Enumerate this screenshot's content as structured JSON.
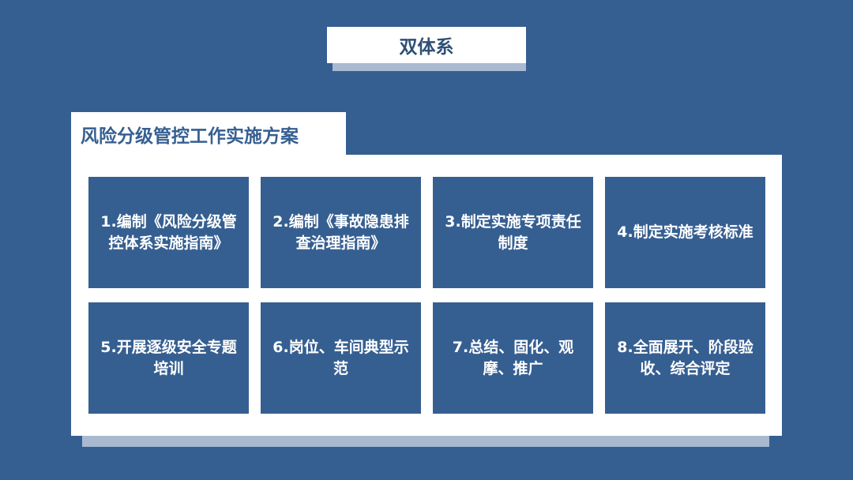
{
  "header": {
    "title": "双体系"
  },
  "panel": {
    "title": "风险分级管控工作实施方案",
    "cards": [
      "1.编制《风险分级管控体系实施指南》",
      "2.编制《事故隐患排查治理指南》",
      "3.制定实施专项责任制度",
      "4.制定实施考核标准",
      "5.开展逐级安全专题培训",
      "6.岗位、车间典型示范",
      "7.总结、固化、观摩、推广",
      "8.全面展开、阶段验收、综合评定"
    ]
  },
  "colors": {
    "background": "#365f91",
    "card": "#365f91",
    "panel": "#ffffff",
    "shadow": "#a9bad0"
  }
}
